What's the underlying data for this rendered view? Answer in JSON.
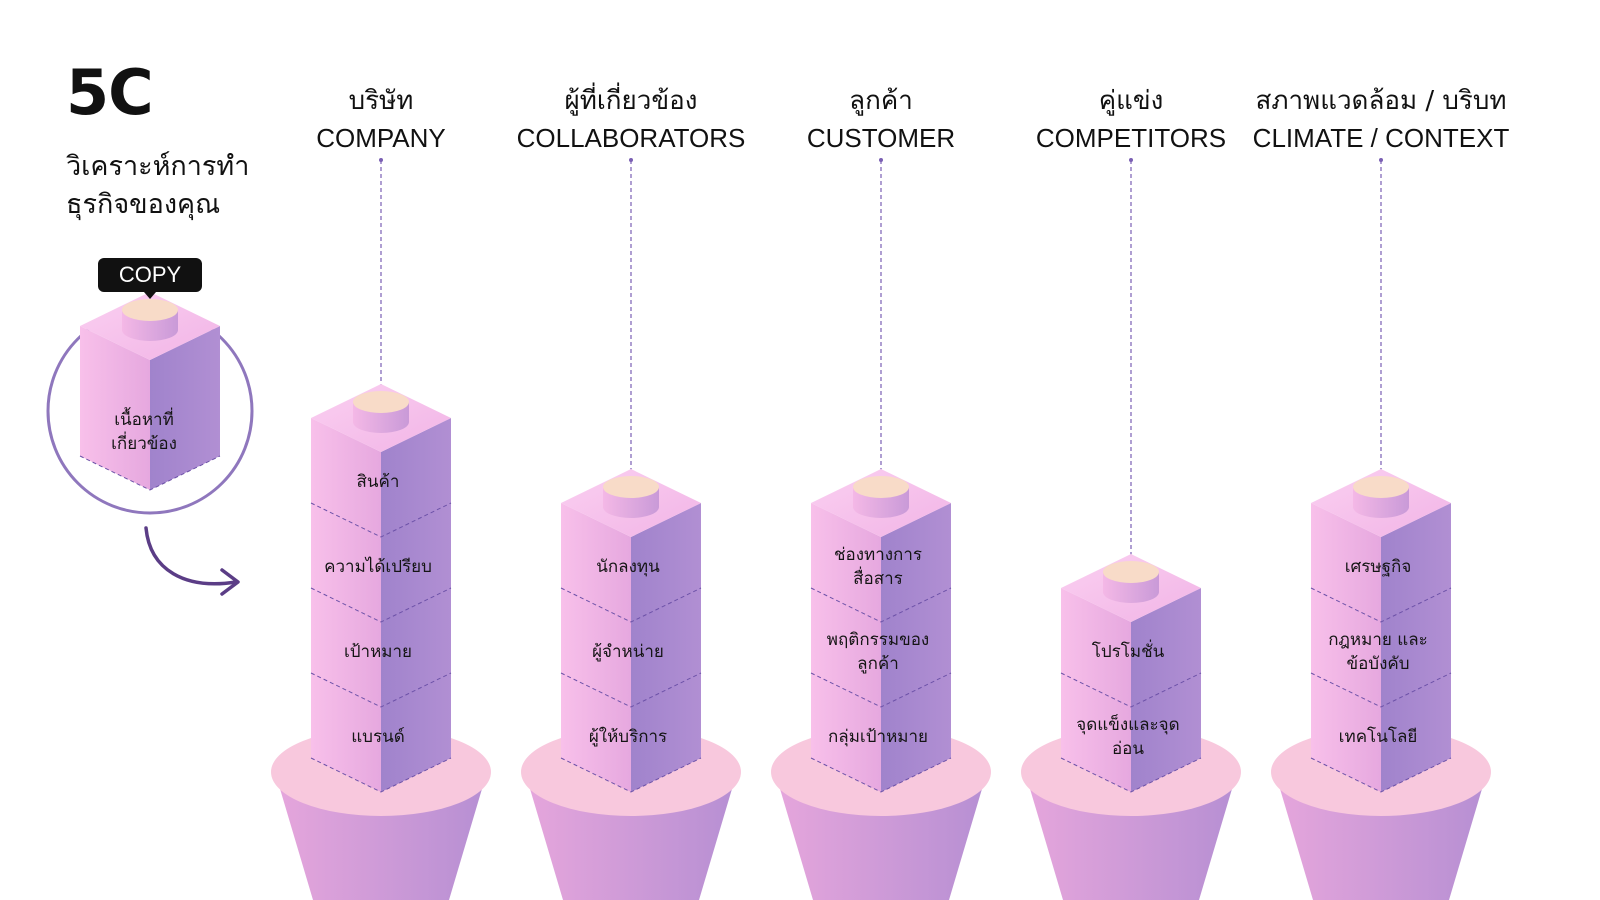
{
  "header": {
    "title": "5C",
    "subtitle_lines": [
      "วิเคราะห์การทำ",
      "ธุรกิจของคุณ"
    ]
  },
  "legend": {
    "copy_label": "COPY",
    "block_label_lines": [
      "เนื้อหาที่",
      "เกี่ยวข้อง"
    ]
  },
  "columns": [
    {
      "title_th": "บริษัท",
      "title_en": "COMPANY",
      "blocks": [
        [
          "สินค้า"
        ],
        [
          "ความได้เปรียบ"
        ],
        [
          "เป้าหมาย"
        ],
        [
          "แบรนด์"
        ]
      ]
    },
    {
      "title_th": "ผู้ที่เกี่ยวข้อง",
      "title_en": "COLLABORATORS",
      "blocks": [
        [
          "นักลงทุน"
        ],
        [
          "ผู้จำหน่าย"
        ],
        [
          "ผู้ให้บริการ"
        ]
      ]
    },
    {
      "title_th": "ลูกค้า",
      "title_en": "CUSTOMER",
      "blocks": [
        [
          "ช่องทางการ",
          "สื่อสาร"
        ],
        [
          "พฤติกรรมของ",
          "ลูกค้า"
        ],
        [
          "กลุ่มเป้าหมาย"
        ]
      ]
    },
    {
      "title_th": "คู่แข่ง",
      "title_en": "COMPETITORS",
      "blocks": [
        [
          "โปรโมชั่น"
        ],
        [
          "จุดแข็งและจุด",
          "อ่อน"
        ]
      ]
    },
    {
      "title_th": "สภาพแวดล้อม / บริบท",
      "title_en": "CLIMATE / CONTEXT",
      "blocks": [
        [
          "เศรษฐกิจ"
        ],
        [
          "กฎหมาย และ",
          "ข้อบังคับ"
        ],
        [
          "เทคโนโลยี"
        ]
      ]
    }
  ],
  "colors": {
    "block_left": "#f6b9e6",
    "block_right": "#a889cf",
    "block_top": "#f7c7ee",
    "knob": "#f8dbc8",
    "pedestal_top": "#f8c8dd",
    "pedestal_side": "#c896d4",
    "dashed_line": "#7a5fb3",
    "circle_stroke": "#8f77bd",
    "arrow": "#5b3d86"
  }
}
